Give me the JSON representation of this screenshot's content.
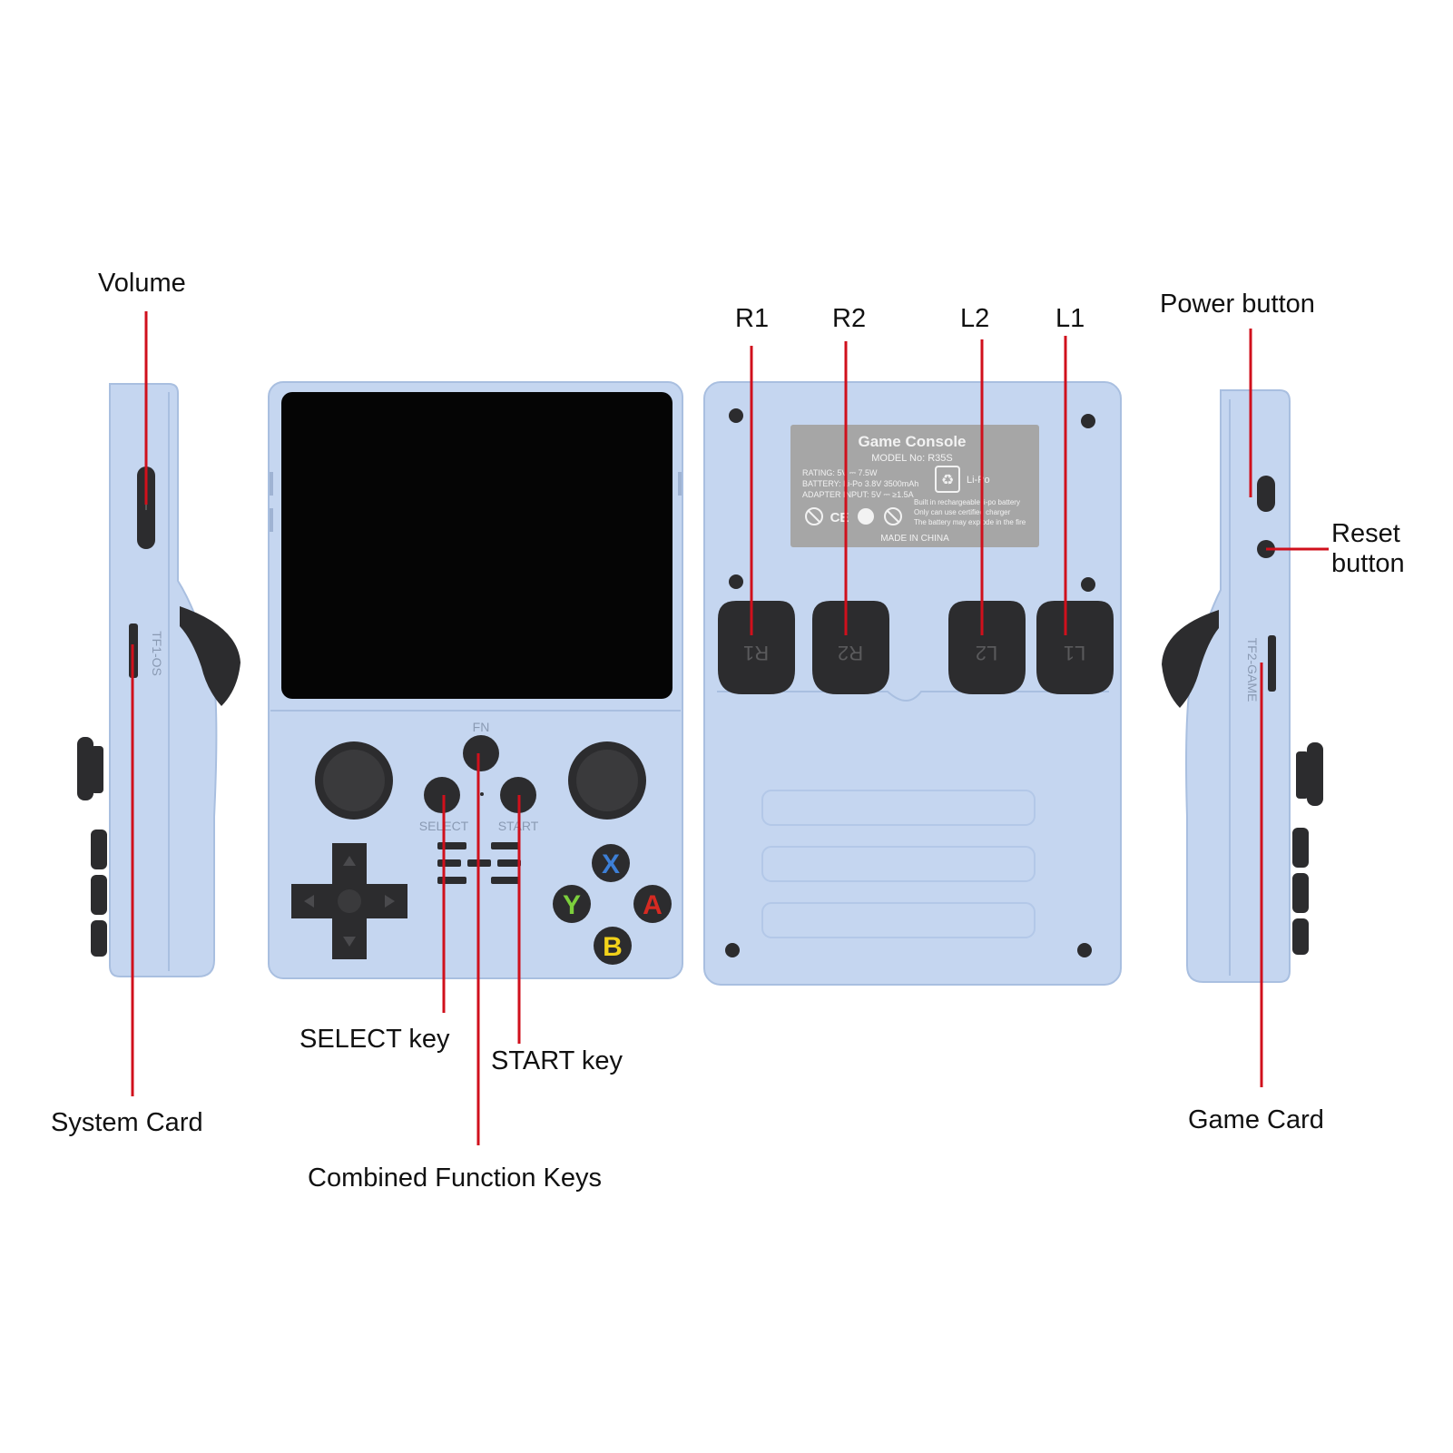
{
  "colors": {
    "body": "#c5d6f0",
    "body_edge": "#a9bfe0",
    "body_shadow": "#b3c8e8",
    "dark": "#2c2c2e",
    "screen": "#050505",
    "leader": "#d0101c",
    "label_plate": "#a6a6a6",
    "x_button": "#3d7fd6",
    "y_button": "#7ccf3c",
    "a_button": "#d62a22",
    "b_button": "#f2d21a"
  },
  "icons": [
    "recycle-icon",
    "no-bin-icon",
    "ce-mark-icon",
    "screw-icon",
    "dpad-icon"
  ],
  "callouts": {
    "volume": "Volume",
    "system_card": "System Card",
    "select_key": "SELECT key",
    "start_key": "START key",
    "combined_function_keys": "Combined Function Keys",
    "r1": "R1",
    "r2": "R2",
    "l2": "L2",
    "l1": "L1",
    "power_button": "Power button",
    "reset_button": "Reset button",
    "game_card": "Game Card"
  },
  "front": {
    "fn_label": "FN",
    "select_label": "SELECT",
    "start_label": "START",
    "face_buttons": {
      "x": "X",
      "y": "Y",
      "a": "A",
      "b": "B"
    }
  },
  "left_side": {
    "slot_label": "TF1-OS"
  },
  "right_side": {
    "slot_label": "TF2-GAME"
  },
  "back": {
    "shoulder_buttons": {
      "r1": "R1",
      "r2": "R2",
      "l2": "L2",
      "l1": "L1"
    },
    "label": {
      "title": "Game Console",
      "model": "MODEL No: R35S",
      "rating": "RATING: 5V ⎓ 7.5W",
      "battery": "BATTERY: Li-Po 3.8V 3500mAh",
      "adapter": "ADAPTER INPUT: 5V ⎓ ≥1.5A",
      "li_po": "Li-Po",
      "warning_1": "Built in rechargeable li-po battery",
      "warning_2": "Only can use certified charger",
      "warning_3": "The battery may explode in the fire",
      "made_in": "MADE IN CHINA"
    }
  }
}
